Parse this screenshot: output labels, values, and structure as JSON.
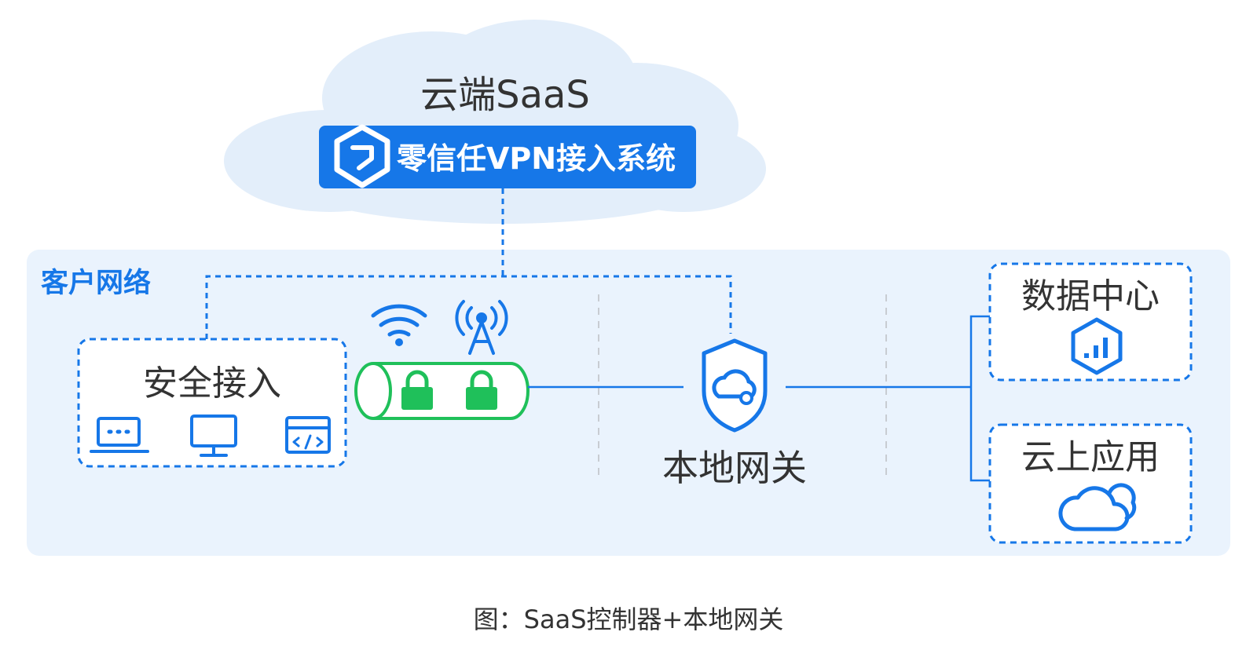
{
  "cloud": {
    "title": "云端SaaS",
    "system_label": "零信任VPN接入系统"
  },
  "customer_network": {
    "label": "客户网络"
  },
  "secure_access": {
    "title": "安全接入"
  },
  "local_gateway": {
    "label": "本地网关"
  },
  "destinations": {
    "data_center": "数据中心",
    "cloud_apps": "云上应用"
  },
  "caption": "图：SaaS控制器+本地网关",
  "icons": [
    "shield-logo-icon",
    "laptop-icon",
    "monitor-icon",
    "code-window-icon",
    "wifi-icon",
    "antenna-icon",
    "padlock-icon",
    "gateway-shield-cloud-icon",
    "chart-hexagon-icon",
    "cloud-icon"
  ],
  "colors": {
    "primary_blue": "#1677e8",
    "cloud_fill": "#e3eefa",
    "panel_fill": "#eaf3fd",
    "tunnel_green": "#1fc05a",
    "text_dark": "#333333"
  }
}
